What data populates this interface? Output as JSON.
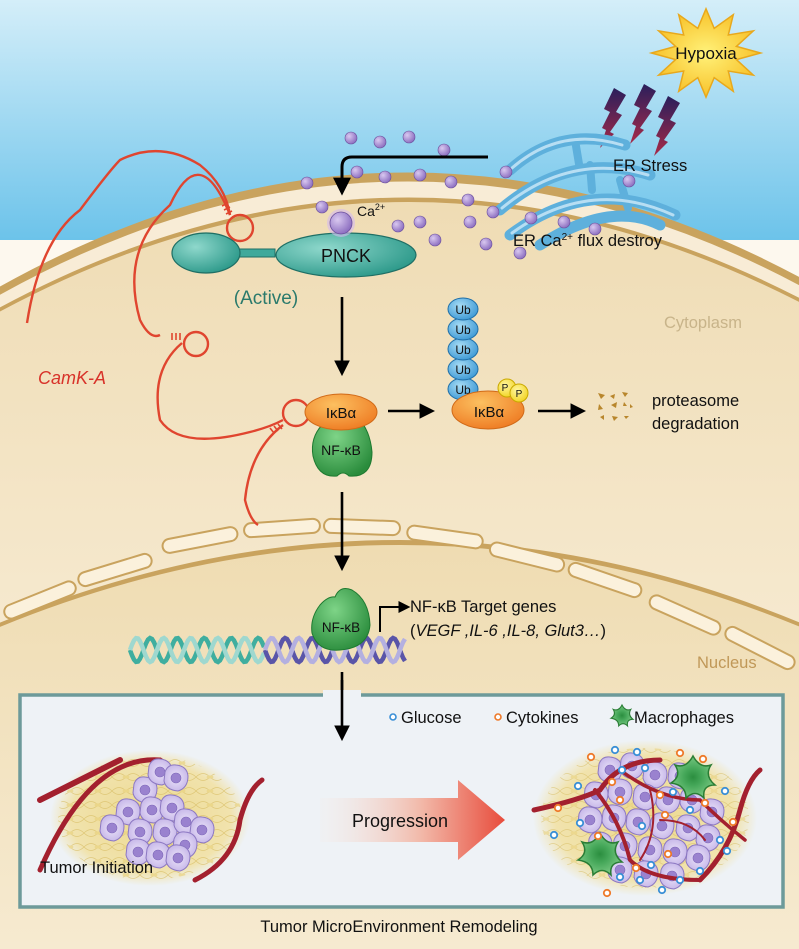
{
  "title": "PNCK / CamK-A NF-kB signaling pathway in hypoxia-driven tumor microenvironment remodeling",
  "stimulus": {
    "label": "Hypoxia",
    "icon": "starburst-icon"
  },
  "er": {
    "stress_label": "ER Stress",
    "flux_label_prefix": "ER Ca",
    "flux_label_sup": "2+",
    "flux_label_suffix": " flux destroy"
  },
  "calcium": {
    "label": "Ca",
    "sup": "2+"
  },
  "pnck": {
    "label": "PNCK",
    "state": "(Active)"
  },
  "lncrna": {
    "label": "CamK-A"
  },
  "complex": {
    "ikba": "IκBα",
    "nfkb": "NF-κB"
  },
  "ubiquitin": {
    "label": "Ub",
    "count": 5,
    "phospho": [
      "P",
      "P"
    ]
  },
  "degradation": {
    "line1": "proteasome",
    "line2": "degradation"
  },
  "compartments": {
    "cytoplasm": "Cytoplasm",
    "nucleus": "Nucleus"
  },
  "transcription": {
    "nfkb": "NF-κB",
    "title": "NF-κB Target genes",
    "open": "(",
    "genes": "VEGF ,IL-6 ,IL-8, Glut3…",
    "close": ")"
  },
  "tme": {
    "legend": [
      {
        "label": "Glucose",
        "color": "#3a8fd6"
      },
      {
        "label": "Cytokines",
        "color": "#ee7a2a"
      },
      {
        "label": "Macrophages",
        "color": "#4cab4f"
      }
    ],
    "initiation_label": "Tumor Initiation",
    "progression_label": "Progression",
    "caption": "Tumor MicroEnvironment Remodeling"
  },
  "colors": {
    "sky": "#bfe3f5",
    "cytoplasm": "#f3e3c3",
    "membrane": "#c9a35e",
    "pnck": "#3fa99b",
    "ikba": "#f08a2a",
    "nfkb": "#3aa04a",
    "ub": "#4da6dc",
    "lncrna": "#e0452f",
    "calcium": "#9b7ec8",
    "er": "#63b6e0"
  }
}
